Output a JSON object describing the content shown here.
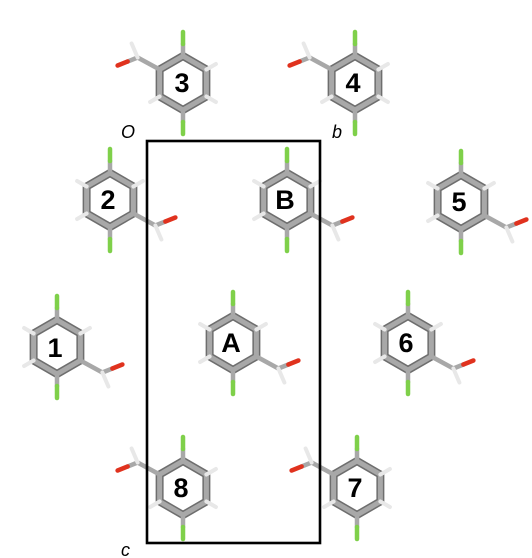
{
  "axis_labels": {
    "origin": "O",
    "b": "b",
    "c": "c"
  },
  "molecules": [
    {
      "id": "3",
      "label": "3"
    },
    {
      "id": "4",
      "label": "4"
    },
    {
      "id": "2",
      "label": "2"
    },
    {
      "id": "B",
      "label": "B"
    },
    {
      "id": "5",
      "label": "5"
    },
    {
      "id": "1",
      "label": "1"
    },
    {
      "id": "A",
      "label": "A"
    },
    {
      "id": "6",
      "label": "6"
    },
    {
      "id": "8",
      "label": "8"
    },
    {
      "id": "7",
      "label": "7"
    }
  ],
  "colors": {
    "carbon": "#a8a8a8",
    "carbon_shadow": "#6e6e6e",
    "hydrogen": "#e8e8e8",
    "fluorine": "#7fd04a",
    "oxygen": "#e0321e",
    "cell": "#000000"
  }
}
